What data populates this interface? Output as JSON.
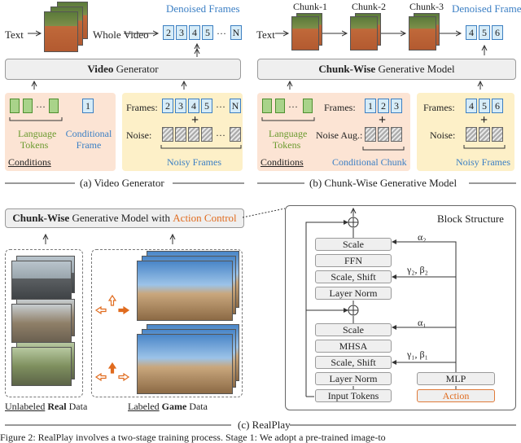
{
  "top_left": {
    "text_label": "Text",
    "whole_video": "Whole Video",
    "denoised_frames": "Denoised Frames",
    "out_frames": [
      "2",
      "3",
      "4",
      "5",
      "···",
      "N"
    ],
    "generator_bold": "Video",
    "generator_rest": " Generator",
    "cond_frame_num": "1",
    "language_tokens": "Language Tokens",
    "conditional_frame": "Conditional Frame",
    "conditions": "Conditions",
    "frames_label": "Frames:",
    "in_frames": [
      "2",
      "3",
      "4",
      "5",
      "···",
      "N"
    ],
    "plus": "+",
    "noise_label": "Noise:",
    "noisy_frames": "Noisy Frames",
    "caption": "(a) Video Generator",
    "dots": "···"
  },
  "top_right": {
    "text_label": "Text",
    "chunks": [
      "Chunk-1",
      "Chunk-2",
      "Chunk-3"
    ],
    "denoised_frames": "Denoised Frames",
    "out_frames": [
      "4",
      "5",
      "6"
    ],
    "model_bold": "Chunk-Wise",
    "model_rest": " Generative Model",
    "language_tokens": "Language Tokens",
    "conditions": "Conditions",
    "frames_label": "Frames:",
    "in_frames": [
      "1",
      "2",
      "3"
    ],
    "plus": "+",
    "noise_aug": "Noise Aug.:",
    "conditional_chunk": "Conditional Chunk",
    "frames_label2": "Frames:",
    "in_frames2": [
      "4",
      "5",
      "6"
    ],
    "plus2": "+",
    "noise_label": "Noise:",
    "noisy_frames": "Noisy Frames",
    "caption": "(b) Chunk-Wise Generative Model",
    "dots": "···"
  },
  "bottom": {
    "model_bold": "Chunk-Wise",
    "model_mid": " Generative Model with ",
    "model_action": "Action Control",
    "unlabeled": "Unlabeled",
    "real_bold": "Real",
    "data_word": " Data",
    "labeled": "Labeled",
    "game_bold": "Game",
    "data_word2": " Data",
    "caption": "(c) RealPlay"
  },
  "block": {
    "title": "Block Structure",
    "upper": [
      "Scale",
      "FFN",
      "Scale, Shift",
      "Layer Norm"
    ],
    "lower": [
      "Scale",
      "MHSA",
      "Scale, Shift",
      "Layer Norm",
      "Input Tokens"
    ],
    "alpha2": "α₂",
    "gamma_beta2": "γ₂, β₂",
    "alpha1": "α₁",
    "gamma_beta1": "γ₁, β₁",
    "mlp": "MLP",
    "action": "Action",
    "plus": "+"
  },
  "footer_text": "Figure 2: RealPlay involves a two-stage training process. Stage 1: We adopt a pre-trained image-to"
}
